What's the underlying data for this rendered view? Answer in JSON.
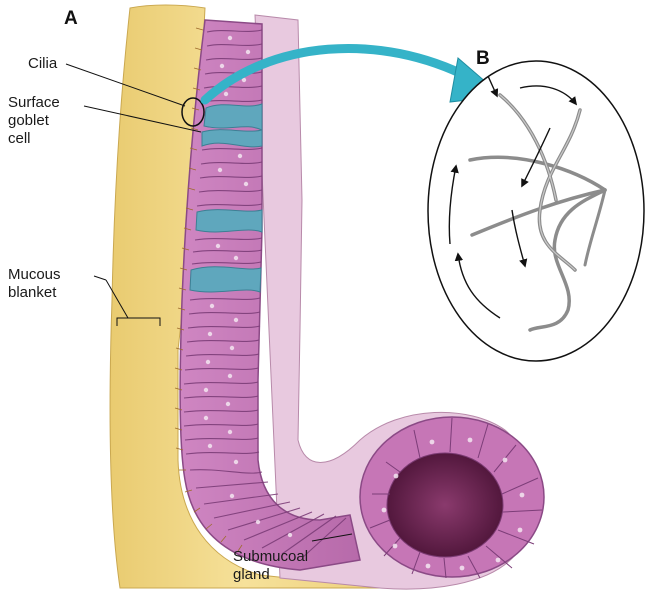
{
  "panels": {
    "a": "A",
    "b": "B"
  },
  "labels": {
    "cilia": "Cilia",
    "surface_goblet_cell": "Surface\ngoblet\ncell",
    "mucous_blanket": "Mucous\nblanket",
    "submucosal_gland": "Submucoal\ngland"
  },
  "colors": {
    "mucus": "#f2d88a",
    "epithelium": "#c777b8",
    "goblet_cell": "#5fa7bd",
    "submucosa": "#e7c7dd",
    "gland_lumen": "#6a2350",
    "arrow": "#35b3c8"
  }
}
